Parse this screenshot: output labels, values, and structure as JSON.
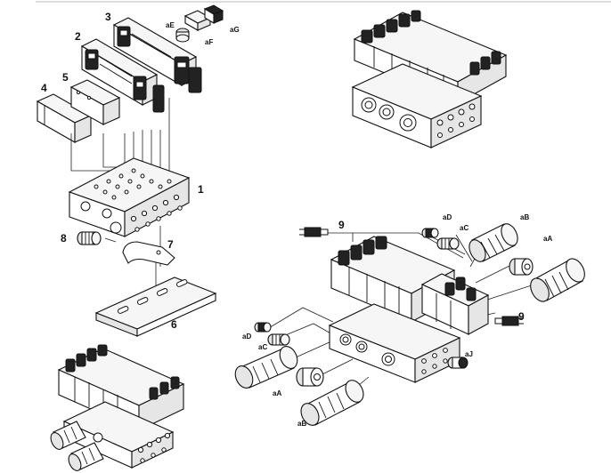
{
  "part_labels": {
    "p1": "1",
    "p2": "2",
    "p3": "3",
    "p4": "4",
    "p5": "5",
    "p6": "6",
    "p7": "7",
    "p8": "8",
    "p9a": "9",
    "p9b": "9",
    "aE": "aE",
    "aF": "aF",
    "aG": "aG",
    "aD_top": "aD",
    "aC_top": "aC",
    "aB_top": "aB",
    "aA_top": "aA",
    "aD_left": "aD",
    "aC_left": "aC",
    "aA_bottom": "aA",
    "aB_bottom": "aB",
    "aJ": "aJ"
  }
}
